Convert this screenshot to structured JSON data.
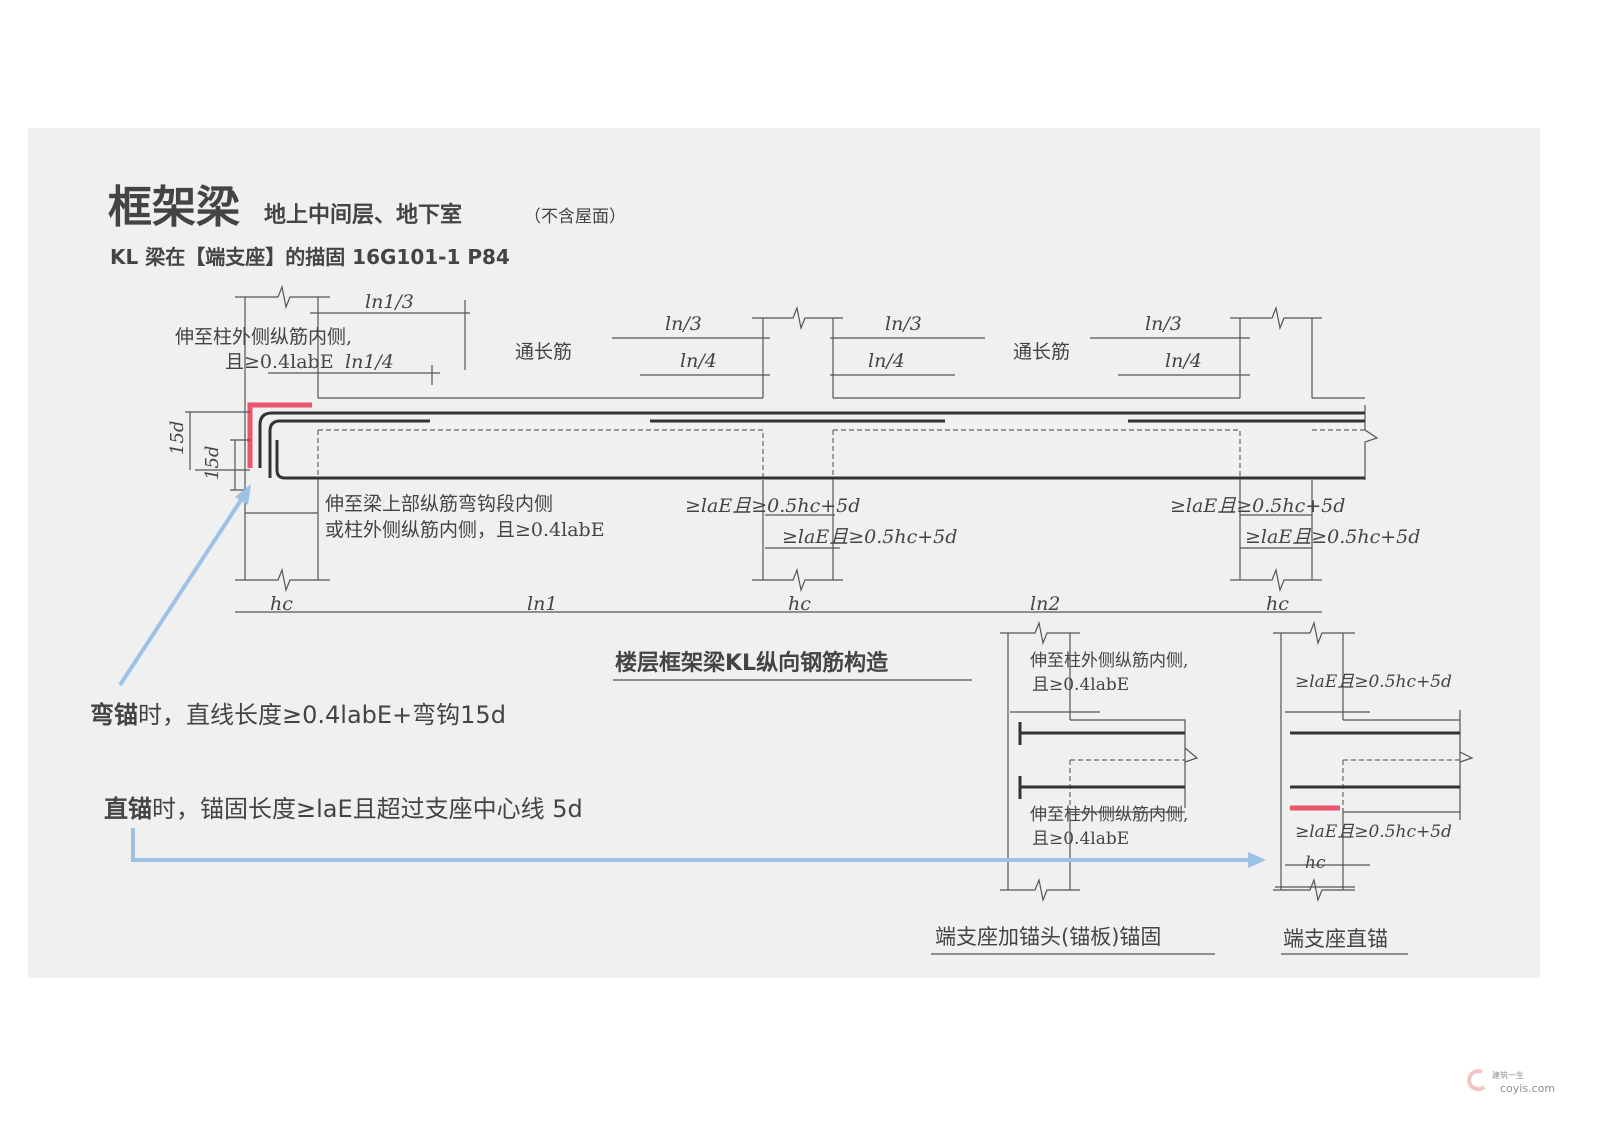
{
  "title": {
    "main": "框架梁",
    "sub": "地上中间层、地下室",
    "note": "（不含屋面）",
    "line2": "KL 梁在【端支座】的描固  16G101-1  P84"
  },
  "drawing": {
    "ln1_3": "ln1/3",
    "ln1_4": "ln1/4",
    "ln_3": "ln/3",
    "ln_4": "ln/4",
    "through_bar": "通长筋",
    "left_note_1": "伸至柱外侧纵筋内侧,",
    "left_note_2": "且≥0.4labE",
    "d15": "15d",
    "bottom_note_1": "伸至梁上部纵筋弯钩段内侧",
    "bottom_note_2": "或柱外侧纵筋内侧，且≥0.4labE",
    "lae_a": "≥laE且≥0.5hc+5d",
    "hc": "hc",
    "ln1": "ln1",
    "ln2": "ln2",
    "caption_main": "楼层框架梁KL纵向钢筋构造",
    "anchor_note_1": "伸至柱外侧纵筋内侧,",
    "anchor_note_2": "且≥0.4labE",
    "caption_anchor": "端支座加锚头(锚板)锚固",
    "caption_straight": "端支座直锚"
  },
  "annotations": {
    "bent_bold": "弯锚",
    "bent_rest": "时，直线长度≥0.4labE+弯钩15d",
    "straight_bold": "直锚",
    "straight_rest": "时，锚固长度≥laE且超过支座中心线 5d"
  },
  "watermark": {
    "cn": "建筑一生",
    "url": "coyis.com"
  },
  "colors": {
    "highlight": "#e8556d",
    "arrow": "#9cc3e6",
    "panel": "#f0f0f0"
  }
}
